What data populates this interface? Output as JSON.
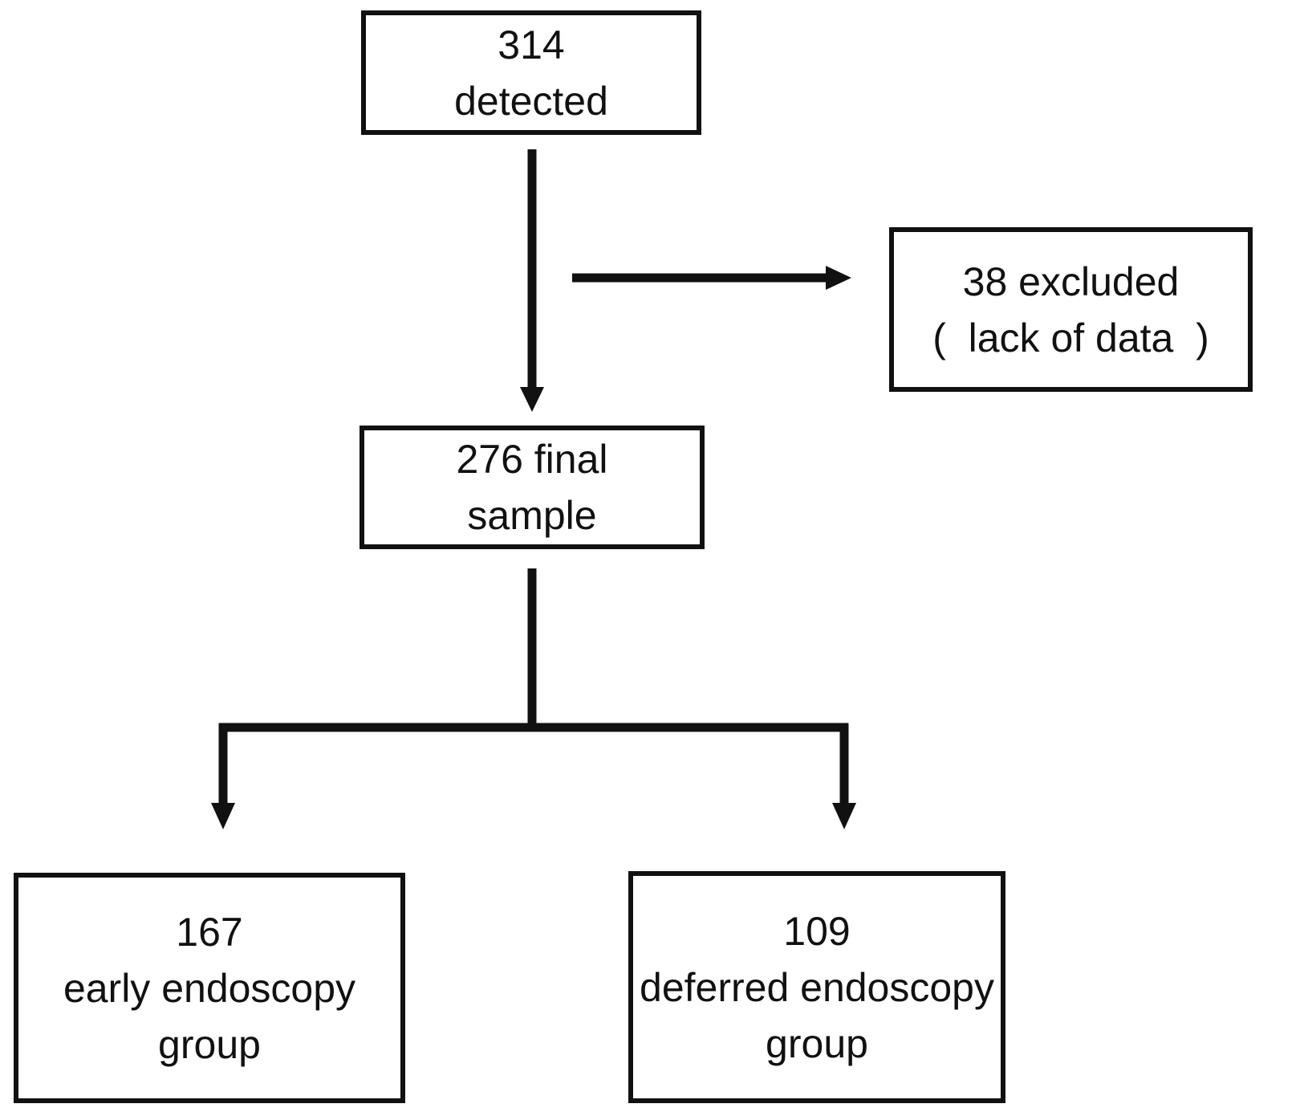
{
  "figure": {
    "background_color": "#ffffff",
    "line_color": "#111111",
    "text_color": "#111111",
    "nodes": [
      {
        "id": "detected",
        "lines": [
          "314",
          "detected"
        ]
      },
      {
        "id": "excluded",
        "lines": [
          "38 excluded",
          "(  lack of data  )"
        ]
      },
      {
        "id": "final-sample",
        "lines": [
          "276 final",
          "sample"
        ]
      },
      {
        "id": "early-endoscopy-group",
        "lines": [
          "167",
          "early endoscopy",
          "group"
        ]
      },
      {
        "id": "deferred-endoscopy-group",
        "lines": [
          "109",
          "deferred endoscopy",
          "group"
        ]
      }
    ],
    "edges": [
      {
        "from": "detected",
        "to": "final-sample"
      },
      {
        "from": "detected",
        "to": "excluded"
      },
      {
        "from": "final-sample",
        "to": "early-endoscopy-group"
      },
      {
        "from": "final-sample",
        "to": "deferred-endoscopy-group"
      }
    ]
  }
}
